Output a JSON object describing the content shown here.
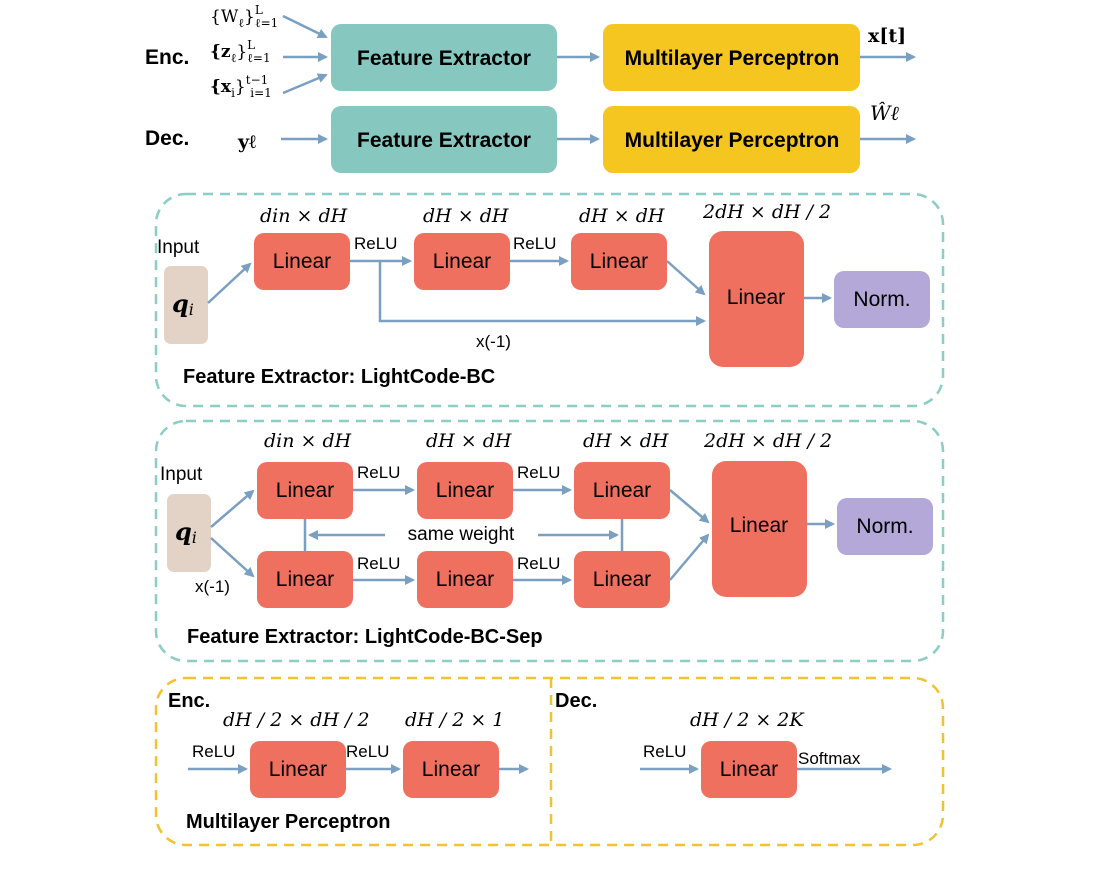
{
  "colors": {
    "feature_box": "#86C8C0",
    "mlp_box": "#F5C520",
    "linear_box": "#F07060",
    "norm_box": "#B3A8D8",
    "input_box": "#E3D2C6",
    "arrow": "#7A9FC0",
    "teal_dash": "#8CCDC6",
    "yellow_dash": "#F2C233"
  },
  "top": {
    "enc_label": "Enc.",
    "dec_label": "Dec.",
    "enc_inputs": [
      "{Wℓ}Lℓ=1",
      "{zℓ}Lℓ=1",
      "{xi}t−1i=1"
    ],
    "enc_inputs_parts": [
      {
        "base": "{W",
        "sub1": "ℓ",
        "close": "}",
        "sup": "L",
        "sub": "ℓ=1"
      },
      {
        "base": "{z",
        "sub1": "ℓ",
        "close": "}",
        "sup": "L",
        "sub": "ℓ=1"
      },
      {
        "base": "{x",
        "sub1": "i",
        "close": "}",
        "sup": "t−1",
        "sub": "i=1"
      }
    ],
    "dec_input": "yℓ",
    "feature_extractor": "Feature Extractor",
    "mlp": "Multilayer Perceptron",
    "enc_output": "x[t]",
    "dec_output": "Ŵℓ"
  },
  "bc": {
    "caption": "Feature Extractor: LightCode-BC",
    "input_label": "Input",
    "q": "q",
    "q_sub": "i",
    "dims": [
      "din × dH",
      "dH × dH",
      "dH × dH",
      "2dH × dH / 2"
    ],
    "linear": "Linear",
    "relu": "ReLU",
    "norm": "Norm.",
    "neg": "x(-1)"
  },
  "sep": {
    "caption": "Feature Extractor: LightCode-BC-Sep",
    "input_label": "Input",
    "q": "q",
    "q_sub": "i",
    "dims": [
      "din × dH",
      "dH × dH",
      "dH × dH",
      "2dH × dH / 2"
    ],
    "linear": "Linear",
    "relu": "ReLU",
    "norm": "Norm.",
    "neg": "x(-1)",
    "same_weight": "same weight"
  },
  "mlp": {
    "caption": "Multilayer Perceptron",
    "enc_label": "Enc.",
    "dec_label": "Dec.",
    "enc_dims": [
      "dH / 2 × dH / 2",
      "dH / 2 × 1"
    ],
    "dec_dims": [
      "dH / 2 × 2K"
    ],
    "linear": "Linear",
    "relu": "ReLU",
    "softmax": "Softmax"
  }
}
